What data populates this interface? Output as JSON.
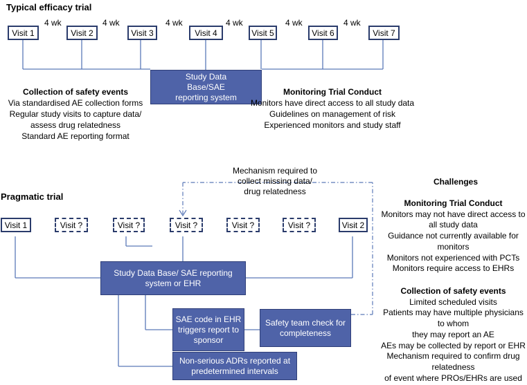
{
  "efficacy": {
    "title": "Typical efficacy trial",
    "visits": [
      "Visit 1",
      "Visit 2",
      "Visit 3",
      "Visit 4",
      "Visit 5",
      "Visit 6",
      "Visit 7"
    ],
    "interval_label": "4 wk",
    "central_box": [
      "Study Data",
      "Base/SAE",
      "reporting system"
    ],
    "collection": {
      "title": "Collection of safety events",
      "lines": [
        "Via standardised AE collection forms",
        "Regular study visits to capture data/",
        "assess drug relatedness",
        "Standard AE reporting format"
      ]
    },
    "monitoring": {
      "title": "Monitoring Trial Conduct",
      "lines": [
        "Monitors have direct access to all study data",
        "Guidelines on management of risk",
        "Experienced monitors and study staff"
      ]
    }
  },
  "pragmatic": {
    "title": "Pragmatic trial",
    "visits": [
      "Visit 1",
      "Visit ?",
      "Visit ?",
      "Visit ?",
      "Visit ?",
      "Visit ?",
      "Visit 2"
    ],
    "mechanism_note": [
      "Mechanism required to",
      "collect  missing data/",
      "drug relatedness"
    ],
    "central_box": [
      "Study Data Base/ SAE reporting",
      "system or EHR"
    ],
    "sae_box": [
      "SAE code in EHR",
      "triggers report to",
      "sponsor"
    ],
    "safety_box": [
      "Safety team check for",
      "completeness"
    ],
    "adr_box": [
      "Non-serious ADRs reported at",
      "predetermined intervals"
    ]
  },
  "challenges": {
    "title": "Challenges",
    "monitoring": {
      "title": "Monitoring Trial Conduct",
      "lines": [
        "Monitors may not have direct access to",
        "all study data",
        "Guidance not currently available for",
        "monitors",
        "Monitors not experienced with PCTs",
        "Monitors require access to EHRs"
      ]
    },
    "collection": {
      "title": "Collection of safety events",
      "lines": [
        "Limited scheduled visits",
        "Patients may have multiple physicians",
        "to whom",
        "they may report an AE",
        "AEs may be collected by report or EHR",
        "Mechanism required to confirm drug",
        "relatedness",
        "of event where PROs/EHRs are used"
      ]
    }
  },
  "colors": {
    "box_fill": "#4f63a8",
    "box_border": "#2f3f78",
    "line": "#5b79b8",
    "visit_border": "#2a3b6b"
  }
}
